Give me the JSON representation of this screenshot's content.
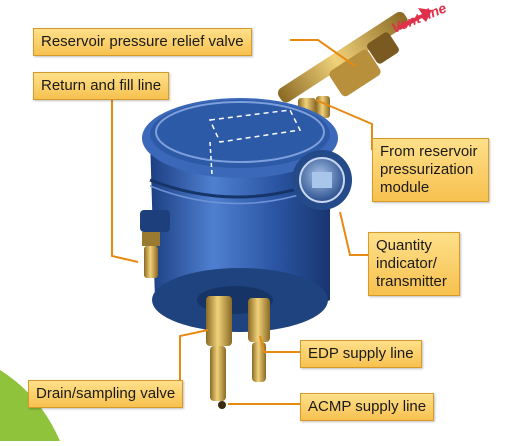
{
  "labels": {
    "relief_valve": "Reservoir pressure relief valve",
    "return_fill": "Return and fill line",
    "pressurization_l1": "From reservoir",
    "pressurization_l2": "pressurization",
    "pressurization_l3": "module",
    "quantity_l1": "Quantity",
    "quantity_l2": "indicator/",
    "quantity_l3": "transmitter",
    "edp": "EDP supply line",
    "drain": "Drain/sampling valve",
    "acmp": "ACMP supply line",
    "vent": "Vent line"
  },
  "colors": {
    "label_fill": "#f6c14f",
    "label_border": "#d69a2a",
    "leader_line": "#e88a12",
    "tank_blue": "#2e5aa8",
    "brass": "#c9a24a",
    "vent_arrow": "#e0304a",
    "corner_accent": "#8fc33c"
  }
}
